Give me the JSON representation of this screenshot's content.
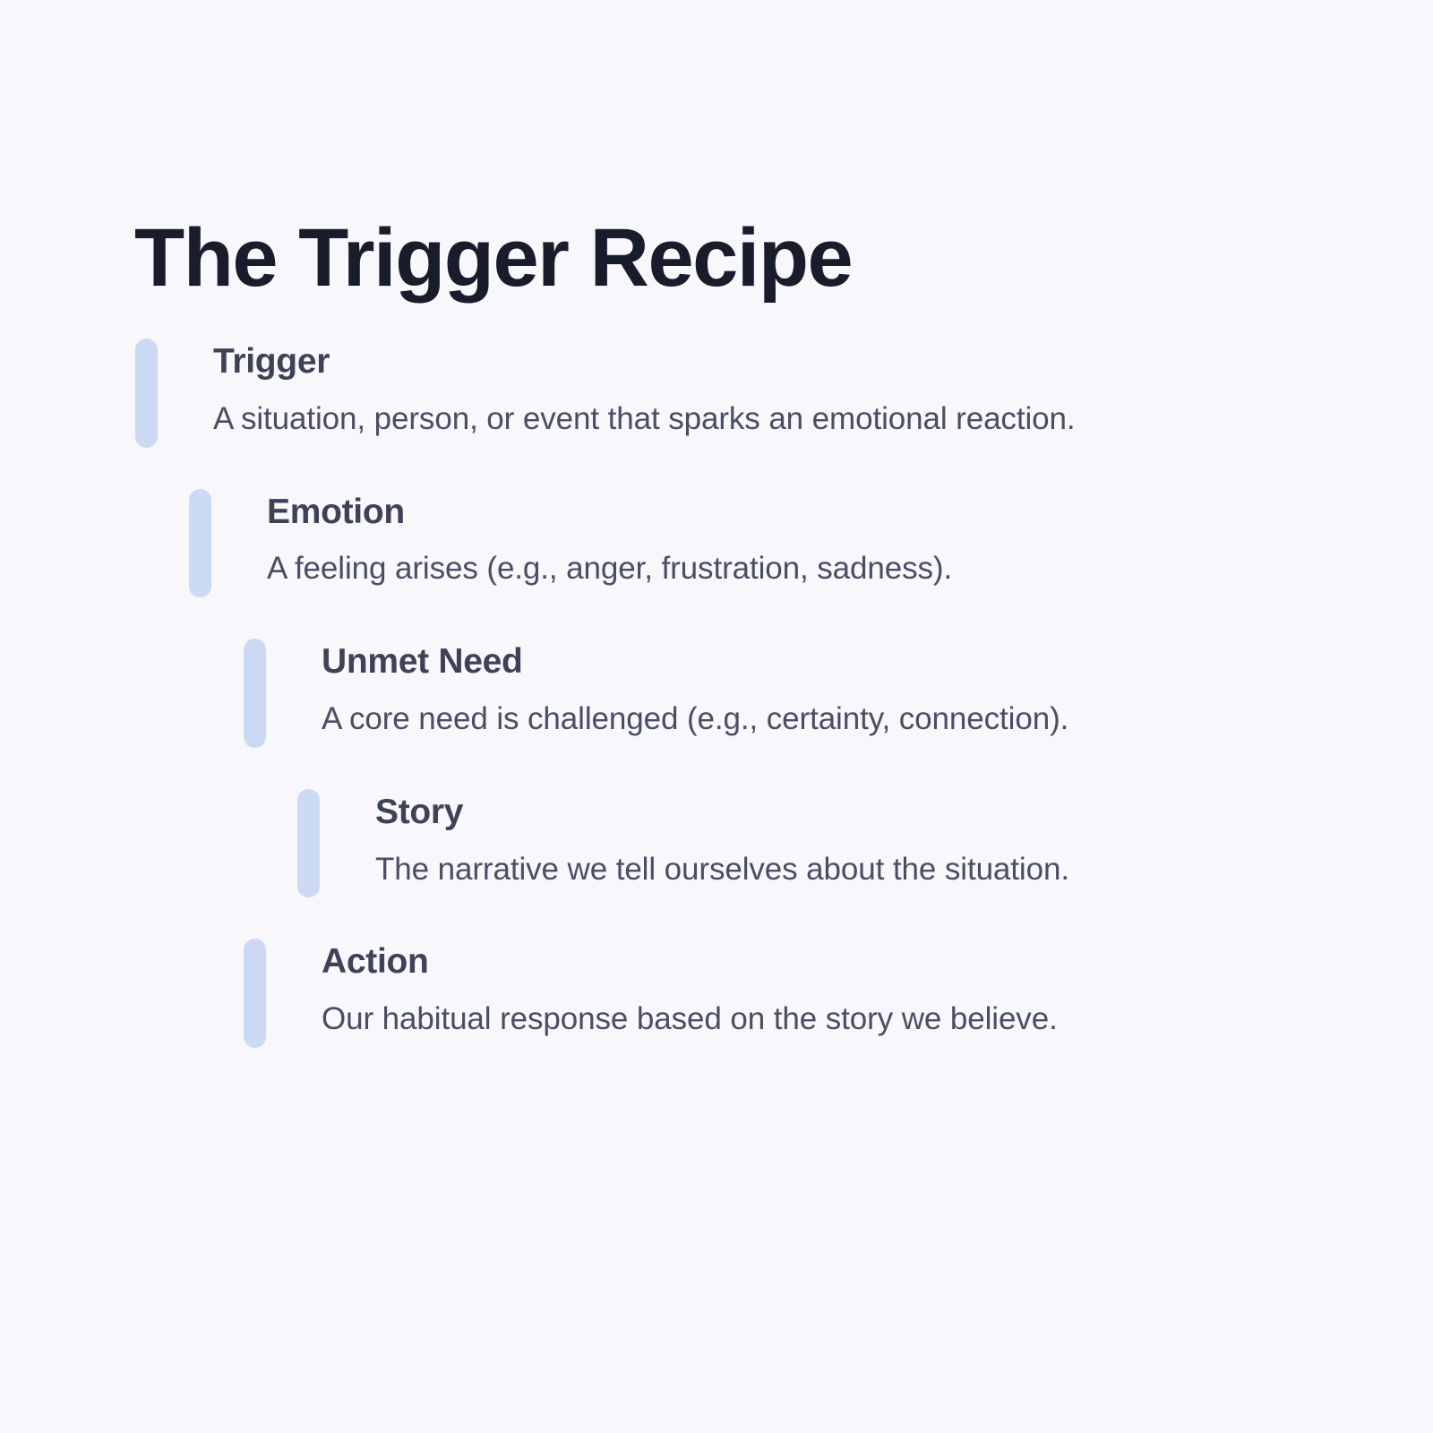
{
  "page": {
    "title": "The Trigger Recipe",
    "background_color": "#f7f7fc",
    "accent_color": "#ccd9f4",
    "title_color": "#181c2b",
    "heading_color": "#3e4257",
    "body_color": "#4a4e63"
  },
  "steps": [
    {
      "title": "Trigger",
      "description": "A situation, person, or event that sparks an emotional reaction.",
      "indent_level": 0
    },
    {
      "title": "Emotion",
      "description": "A feeling arises (e.g., anger, frustration, sadness).",
      "indent_level": 1
    },
    {
      "title": "Unmet Need",
      "description": "A core need is challenged (e.g., certainty, connection).",
      "indent_level": 2
    },
    {
      "title": "Story",
      "description": "The narrative we tell ourselves about the situation.",
      "indent_level": 3
    },
    {
      "title": "Action",
      "description": "Our habitual response based on the story we believe.",
      "indent_level": 2
    }
  ]
}
